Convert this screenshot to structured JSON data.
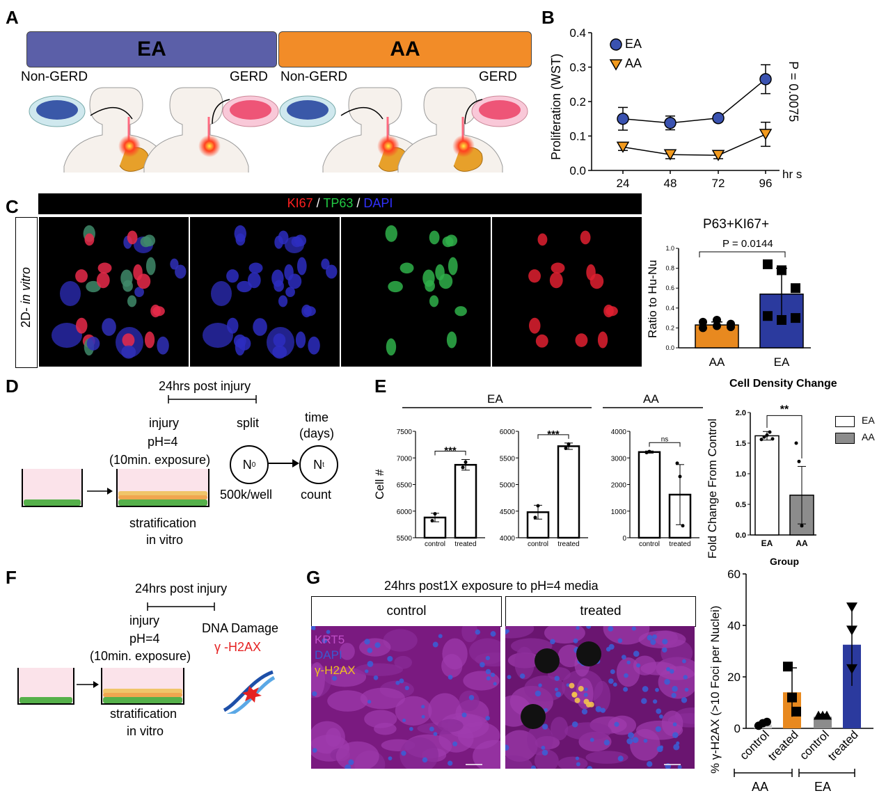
{
  "panels": {
    "a": "A",
    "b": "B",
    "c": "C",
    "d": "D",
    "e": "E",
    "f": "F",
    "g": "G"
  },
  "colors": {
    "ea": "#5b5fa8",
    "aa": "#f28c28",
    "ea_marker": "#3a52b0",
    "aa_marker": "#f29a1e",
    "ea_bar": "#2b3a9e",
    "aa_bar": "#e8891f",
    "gray_bar": "#8c8c8c"
  },
  "panelA": {
    "ea_label": "EA",
    "aa_label": "AA",
    "captions": [
      "Non-GERD",
      "GERD",
      "Non-GERD",
      "GERD"
    ]
  },
  "panelB": {
    "ylabel": "Proliferation (WST)",
    "yticks": [
      "0.0",
      "0.1",
      "0.2",
      "0.3",
      "0.4"
    ],
    "xticks": [
      "24",
      "48",
      "72",
      "96"
    ],
    "xunit": "hr s",
    "pvalue": "P = 0.0075",
    "legend_ea": "EA",
    "legend_aa": "AA"
  },
  "panelC": {
    "title_ki67": "KI67",
    "title_sep1": " / ",
    "title_tp63": "TP63",
    "title_sep2": " / ",
    "title_dapi": "DAPI",
    "side_label_prefix": "2D- ",
    "side_label_italic": "in vitro",
    "chart_title": "P63+KI67+",
    "pvalue": "P = 0.0144",
    "ylabel": "Ratio to Hu-Nu",
    "yticks": [
      "0.0",
      "0.2",
      "0.4",
      "0.6",
      "0.8",
      "1.0"
    ],
    "xticks": [
      "AA",
      "EA"
    ]
  },
  "panelD": {
    "post_injury": "24hrs post injury",
    "injury": "injury",
    "ph": "pH=4",
    "exposure": "(10min. exposure)",
    "split": "split",
    "time": "time",
    "days": "(days)",
    "n0": "N",
    "n0_sub": "0",
    "nt": "N",
    "nt_sub": "t",
    "per_well": "500k/well",
    "count": "count",
    "strat1": "stratification",
    "strat2": "in vitro"
  },
  "panelE": {
    "ea_header": "EA",
    "aa_header": "AA",
    "ylabel": "Cell #",
    "xticks": [
      "control",
      "treated"
    ],
    "sig1": "***",
    "sig2": "***",
    "sig3": "ns",
    "density_title": "Cell Density Change",
    "density_ylabel": "Fold Change From Control",
    "density_xlabel": "Group",
    "density_sig": "**",
    "density_yticks": [
      "0.0",
      "0.5",
      "1.0",
      "1.5",
      "2.0"
    ],
    "density_xticks": [
      "EA",
      "AA"
    ],
    "legend_ea": "EA",
    "legend_aa": "AA",
    "sub1_yticks": [
      "5500",
      "6000",
      "6500",
      "7000",
      "7500"
    ],
    "sub2_yticks": [
      "4000",
      "4500",
      "5000",
      "5500",
      "6000"
    ],
    "sub3_yticks": [
      "0",
      "1000",
      "2000",
      "3000",
      "4000"
    ]
  },
  "panelF": {
    "post_injury": "24hrs post injury",
    "injury": "injury",
    "ph": "pH=4",
    "exposure": "(10min. exposure)",
    "dna": "DNA Damage",
    "h2ax": "γ -H2AX",
    "strat1": "stratification",
    "strat2": "in vitro"
  },
  "panelG": {
    "title": "24hrs post1X exposure to pH=4 media",
    "control": "control",
    "treated": "treated",
    "legend_krt5": "KRT5",
    "legend_dapi": "DAPI",
    "legend_h2ax": "γ-H2AX",
    "ylabel": "% γ-H2AX (>10 Foci per Nuclei)",
    "yticks": [
      "0",
      "20",
      "40",
      "60"
    ],
    "xticks": [
      "control",
      "treated",
      "control",
      "treated"
    ],
    "group_aa": "AA",
    "group_ea": "EA"
  },
  "chart_data": [
    {
      "type": "line",
      "x": [
        24,
        48,
        72,
        96
      ],
      "series": [
        {
          "name": "EA",
          "values": [
            0.15,
            0.138,
            0.152,
            0.265
          ],
          "err": [
            0.033,
            0.02,
            0.01,
            0.042
          ]
        },
        {
          "name": "AA",
          "values": [
            0.068,
            0.046,
            0.044,
            0.105
          ],
          "err": [
            0.01,
            0.012,
            0.01,
            0.035
          ]
        }
      ],
      "ylabel": "Proliferation (WST)",
      "ylim": [
        0,
        0.4
      ]
    },
    {
      "type": "bar",
      "title": "P63+KI67+",
      "categories": [
        "AA",
        "EA"
      ],
      "values": [
        0.23,
        0.54
      ],
      "err": [
        0.03,
        0.26
      ],
      "points": [
        [
          0.2,
          0.22,
          0.24,
          0.26,
          0.28,
          0.21
        ],
        [
          0.84,
          0.78,
          0.6,
          0.32,
          0.28,
          0.3
        ]
      ],
      "ylabel": "Ratio to Hu-Nu",
      "ylim": [
        0,
        1.0
      ]
    },
    {
      "type": "bar",
      "categories": [
        "control",
        "treated"
      ],
      "values": [
        5880,
        6870
      ],
      "err": [
        80,
        100
      ],
      "points": [
        [
          5820,
          5950
        ],
        [
          6820,
          6920
        ]
      ],
      "ylabel": "Cell #",
      "ylim": [
        5500,
        7500
      ]
    },
    {
      "type": "bar",
      "categories": [
        "control",
        "treated"
      ],
      "values": [
        4480,
        5720
      ],
      "err": [
        130,
        60
      ],
      "points": [
        [
          4380,
          4600
        ],
        [
          5680,
          5760
        ]
      ],
      "ylim": [
        4000,
        6000
      ]
    },
    {
      "type": "bar",
      "categories": [
        "control",
        "treated"
      ],
      "values": [
        3220,
        1620
      ],
      "err": [
        40,
        1130
      ],
      "points": [
        [
          3200,
          3240
        ],
        [
          2800,
          2300,
          450
        ]
      ],
      "ylim": [
        0,
        4000
      ]
    },
    {
      "type": "bar",
      "title": "Cell Density Change",
      "categories": [
        "EA",
        "AA"
      ],
      "values": [
        1.62,
        0.65
      ],
      "err": [
        0.07,
        0.47
      ],
      "points": [
        [
          1.56,
          1.6,
          1.63,
          1.68,
          1.57
        ],
        [
          1.5,
          1.2,
          0.15
        ]
      ],
      "ylabel": "Fold Change From Control",
      "xlabel": "Group",
      "ylim": [
        0,
        2.0
      ]
    },
    {
      "type": "bar",
      "categories": [
        "AA control",
        "AA treated",
        "EA control",
        "EA treated"
      ],
      "values": [
        1.5,
        14,
        4.5,
        32.5
      ],
      "err": [
        0.6,
        9.5,
        1,
        16
      ],
      "points": [
        [
          1,
          2,
          2.5
        ],
        [
          24,
          12,
          6.5
        ],
        [
          5,
          5,
          5
        ],
        [
          47,
          38,
          23
        ]
      ],
      "ylabel": "% γ-H2AX (>10 Foci per Nuclei)",
      "ylim": [
        0,
        60
      ]
    }
  ]
}
